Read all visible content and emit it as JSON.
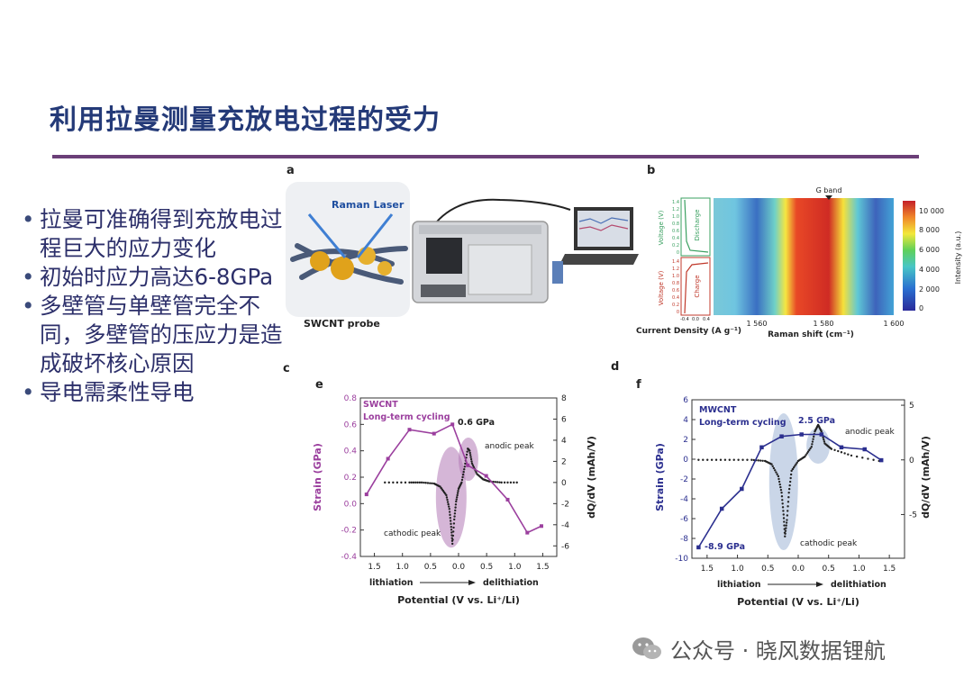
{
  "slide": {
    "title": "利用拉曼测量充放电过程的受力",
    "bullets": [
      "拉曼可准确得到充放电过程巨大的应力变化",
      "初始时应力高达6-8GPa",
      "多壁管与单壁管完全不同，多壁管的压应力是造成破坏核心原因",
      "导电需柔性导电"
    ]
  },
  "panel_labels": {
    "a": "a",
    "b": "b",
    "c": "c",
    "d": "d",
    "e": "e",
    "f": "f"
  },
  "panel_a": {
    "laser_label": "Raman Laser",
    "probe_label": "SWCNT probe"
  },
  "panel_b": {
    "g_band": "G band",
    "xlabel": "Raman shift (cm⁻¹)",
    "x_ticks": [
      "1 560",
      "1 580",
      "1 600"
    ],
    "colorbar_label": "Intensity (a.u.)",
    "colorbar_ticks": [
      "10 000",
      "8 000",
      "6 000",
      "4 000",
      "2 000",
      "0"
    ],
    "voltage_label": "Voltage (V)",
    "discharge_label": "Discharge",
    "charge_label": "Charge",
    "voltage_ticks": [
      "1.4",
      "1.2",
      "1.0",
      "0.8",
      "0.6",
      "0.4",
      "0.2",
      "0"
    ],
    "current_label": "Current Density (A g⁻¹)",
    "current_ticks": [
      "-0.4",
      "0.0",
      "0.4"
    ],
    "colors": {
      "discharge": "#3aa060",
      "charge": "#c0392b"
    }
  },
  "watermark": {
    "text": "公众号 · 晓风数据锂航"
  },
  "chart_data": [
    {
      "id": "e",
      "type": "line",
      "title": "SWCNT",
      "subtitle": "Long-term cycling",
      "ylabel_left": "Strain (GPa)",
      "ylabel_right": "dQ/dV (mAh/V)",
      "xlabel": "Potential (V vs. Li⁺/Li)",
      "dir_left": "lithiation",
      "dir_right": "delithiation",
      "x_ticks": [
        "1.5",
        "1.0",
        "0.5",
        "0.0",
        "0.5",
        "1.0",
        "1.5"
      ],
      "xlim": [
        0,
        3.2
      ],
      "ylim": [
        -0.4,
        0.8
      ],
      "y_ticks": [
        "0.8",
        "0.6",
        "0.4",
        "0.2",
        "0.0",
        "-0.2",
        "-0.4"
      ],
      "y2lim": [
        -7,
        8
      ],
      "y2_ticks": [
        "8",
        "6",
        "4",
        "2",
        "0",
        "-2",
        "-4",
        "-6"
      ],
      "strain_color": "#9b3f9e",
      "strain_path": "x = 1.5 - V during lithiation, x = 1.5 + V during delithiation",
      "strain": {
        "x": [
          0.1,
          0.45,
          0.8,
          1.2,
          1.5,
          1.75,
          2.05,
          2.4,
          2.72,
          2.95
        ],
        "y": [
          0.07,
          0.34,
          0.56,
          0.53,
          0.6,
          0.29,
          0.21,
          0.03,
          -0.22,
          -0.17
        ]
      },
      "dqdv": {
        "color": "#222222",
        "x": [
          0.4,
          0.8,
          1.0,
          1.2,
          1.3,
          1.4,
          1.45,
          1.48,
          1.5,
          1.53,
          1.56,
          1.6,
          1.65,
          1.7,
          1.75,
          1.78,
          1.82,
          1.9,
          2.0,
          2.1,
          2.3,
          2.6
        ],
        "y": [
          0,
          0,
          0,
          -0.1,
          -0.4,
          -1.2,
          -2.5,
          -4.2,
          -5.8,
          -3.5,
          -1.8,
          -0.6,
          0,
          1.5,
          3.2,
          3.0,
          1.8,
          0.8,
          0.3,
          0.1,
          0,
          0
        ]
      },
      "annotations": {
        "peak_label": "0.6 GPa",
        "anodic": "anodic peak",
        "cathodic": "cathodic peak",
        "highlight_color": "#b37ab6"
      }
    },
    {
      "id": "f",
      "type": "line",
      "title": "MWCNT",
      "subtitle": "Long-term cycling",
      "ylabel_left": "Strain (GPa)",
      "ylabel_right": "dQ/dV (mAh/V)",
      "xlabel": "Potential (V vs. Li⁺/Li)",
      "dir_left": "lithiation",
      "dir_right": "delithiation",
      "x_ticks": [
        "1.5",
        "1.0",
        "0.5",
        "0.0",
        "0.5",
        "1.0",
        "1.5"
      ],
      "xlim": [
        0,
        3.2
      ],
      "ylim": [
        -10,
        6
      ],
      "y_ticks": [
        "6",
        "4",
        "2",
        "0",
        "-2",
        "-4",
        "-6",
        "-8",
        "-10"
      ],
      "y2lim": [
        -9,
        5.5
      ],
      "y2_ticks": [
        "5",
        "0",
        "-5"
      ],
      "strain_color": "#2b2f8f",
      "strain_path": "x = 1.5 - V during lithiation, x = 1.5 + V during delithiation",
      "strain": {
        "x": [
          0.1,
          0.45,
          0.75,
          1.05,
          1.35,
          1.65,
          1.95,
          2.25,
          2.6,
          2.85
        ],
        "y": [
          -8.9,
          -5.0,
          -3.0,
          1.2,
          2.3,
          2.5,
          2.5,
          1.2,
          1.0,
          -0.1
        ]
      },
      "dqdv": {
        "color": "#222222",
        "x": [
          0.1,
          0.5,
          0.9,
          1.1,
          1.2,
          1.3,
          1.35,
          1.38,
          1.4,
          1.43,
          1.46,
          1.5,
          1.6,
          1.7,
          1.8,
          1.85,
          1.9,
          1.95,
          2.0,
          2.1,
          2.4,
          2.9
        ],
        "y": [
          0,
          0,
          0,
          -0.1,
          -0.4,
          -1.5,
          -3.0,
          -5.0,
          -7.0,
          -5.5,
          -3.0,
          -1.0,
          -0.1,
          0.3,
          1.2,
          2.6,
          3.2,
          2.6,
          1.5,
          1.0,
          0.4,
          -0.2
        ]
      },
      "annotations": {
        "peak_label": "2.5 GPa",
        "low_label": "-8.9 GPa",
        "anodic": "anodic peak",
        "cathodic": "cathodic peak",
        "highlight_color": "#9fb4d6"
      }
    }
  ]
}
